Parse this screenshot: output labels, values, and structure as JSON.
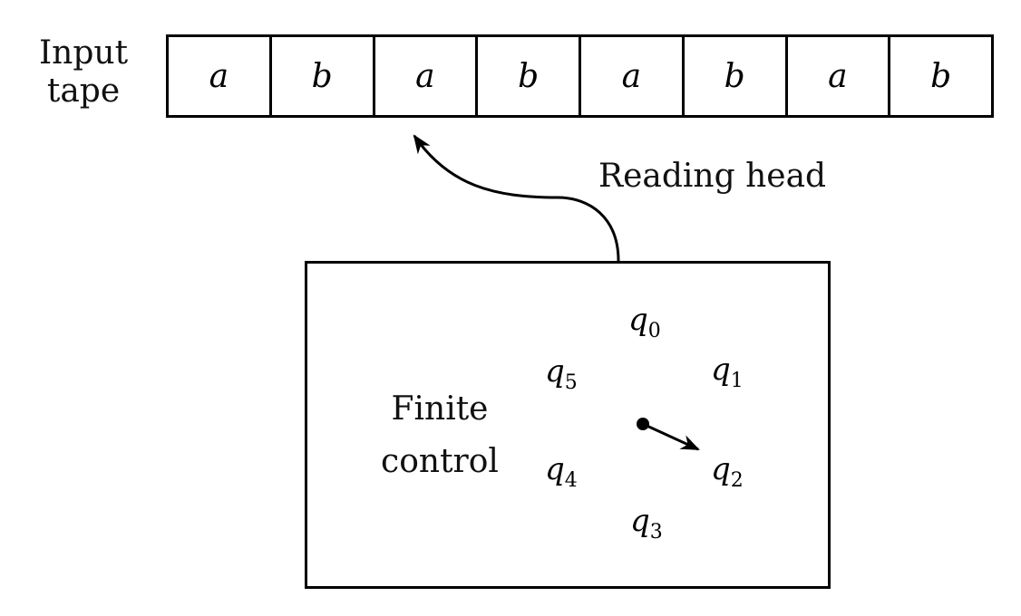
{
  "tape": {
    "label_line1": "Input",
    "label_line2": "tape",
    "cells": [
      "a",
      "b",
      "a",
      "b",
      "a",
      "b",
      "a",
      "b"
    ],
    "head_position_index": 2
  },
  "reading_head": {
    "label": "Reading head"
  },
  "finite_control": {
    "label_line1": "Finite",
    "label_line2": "control",
    "states": [
      {
        "symbol": "q",
        "subscript": "0"
      },
      {
        "symbol": "q",
        "subscript": "1"
      },
      {
        "symbol": "q",
        "subscript": "2"
      },
      {
        "symbol": "q",
        "subscript": "3"
      },
      {
        "symbol": "q",
        "subscript": "4"
      },
      {
        "symbol": "q",
        "subscript": "5"
      }
    ],
    "current_state_index": 2
  }
}
